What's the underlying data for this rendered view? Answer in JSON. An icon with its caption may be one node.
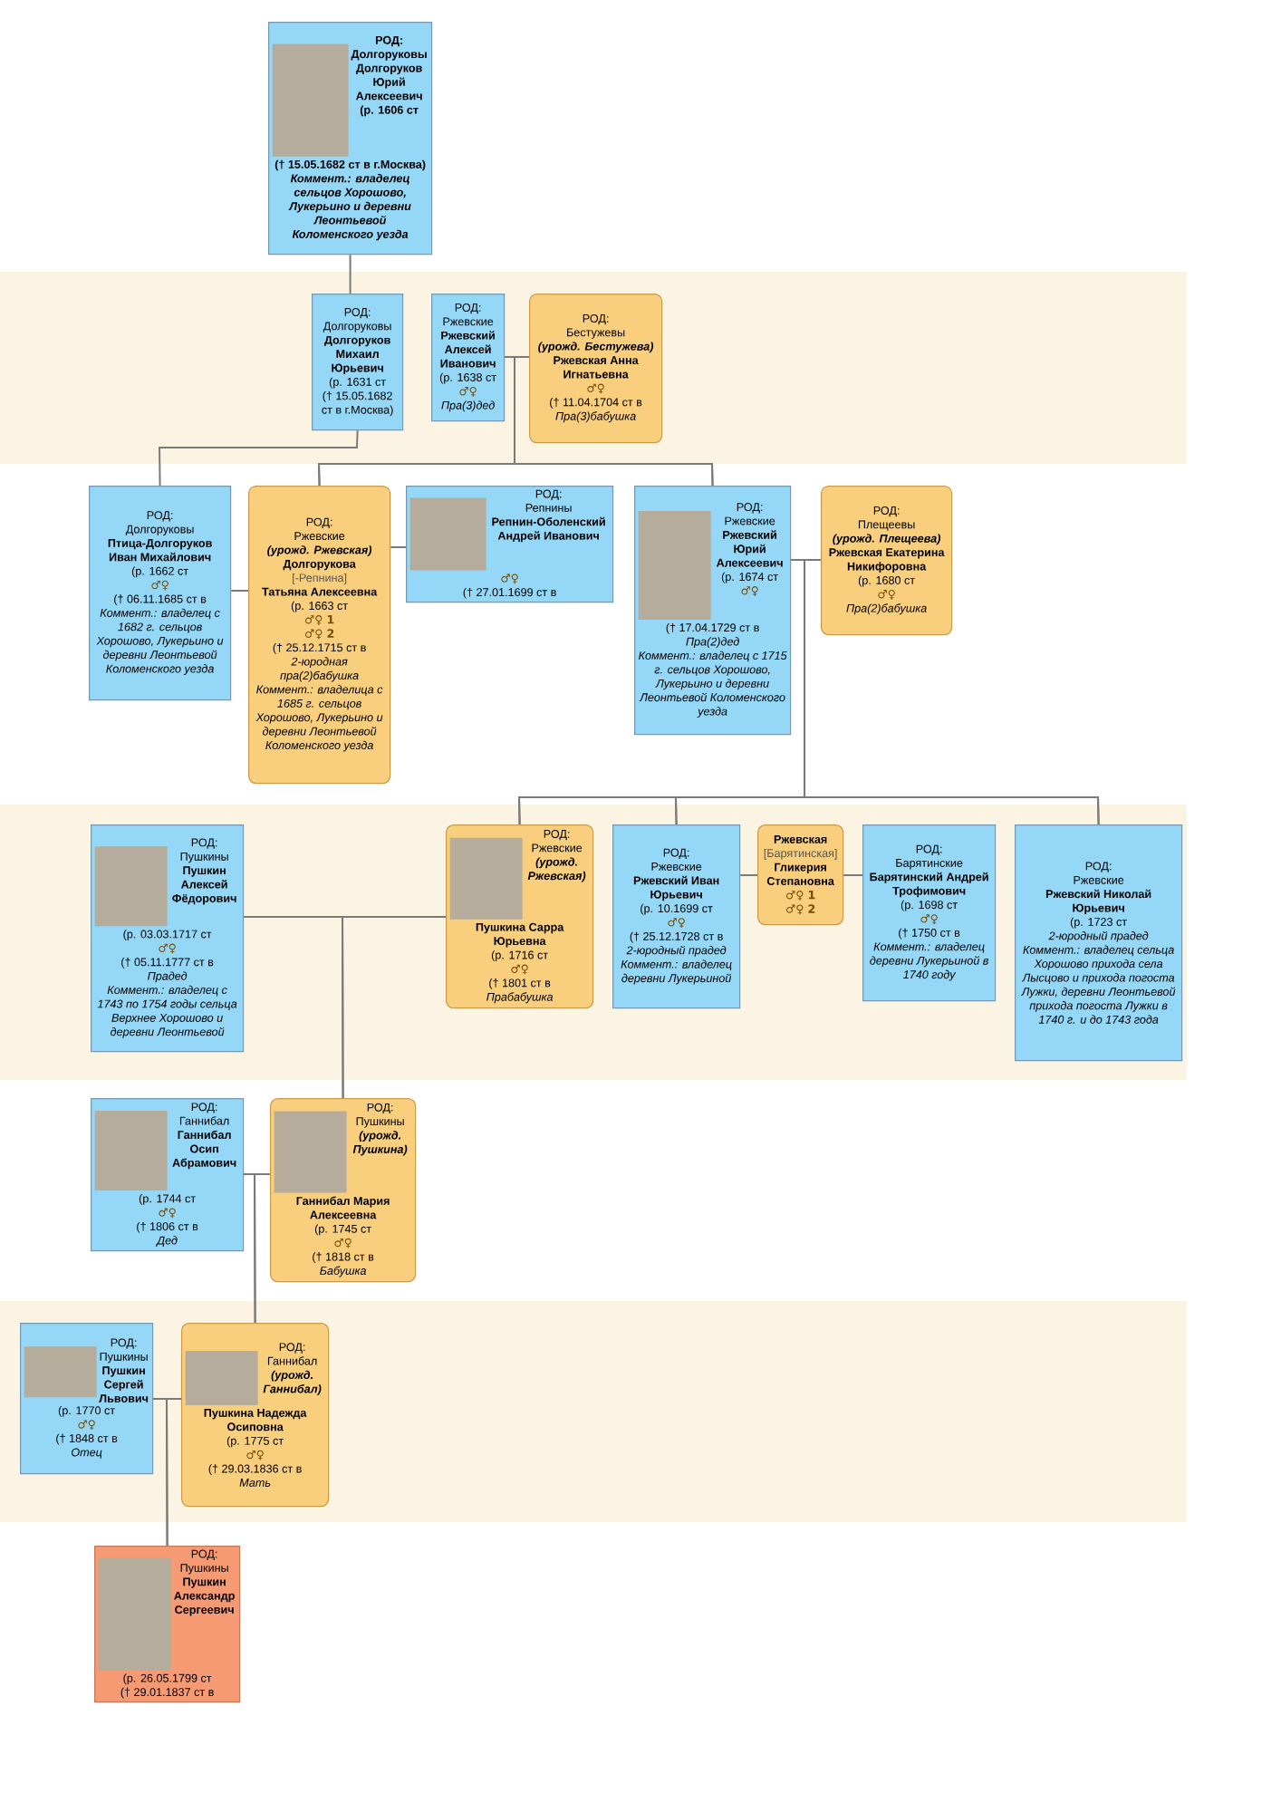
{
  "diagram": {
    "nodes": [
      {
        "text": [
          "РОД:",
          "Долгоруковы",
          "Долгоруков Юрий Алексеевич",
          "(р. 1606 ст",
          "(† 15.05.1682 ст в г.Москва)",
          "Коммент.: владелец сельцов Хорошово, Лукерьино и деревни Леонтьевой Коломенского уезда"
        ]
      },
      {
        "text": [
          "РОД:",
          "Долгоруковы",
          "Долгоруков Михаил Юрьевич",
          "(р. 1631 ст",
          "(† 15.05.1682 ст в г.Москва)"
        ]
      },
      {
        "text": [
          "РОД:",
          "Ржевские",
          "Ржевский Алексей Иванович",
          "(р. 1638 ст",
          "♂♀",
          "Пра(3)дед"
        ]
      },
      {
        "text": [
          "РОД:",
          "Бестужевы",
          "(урожд. Бестужева)",
          "Ржевская Анна Игнатьевна",
          "♂♀",
          "(† 11.04.1704 ст в",
          "Пра(3)бабушка"
        ]
      },
      {
        "text": [
          "РОД:",
          "Долгоруковы",
          "Птица-Долгоруков Иван Михайлович",
          "(р. 1662 ст",
          "♂♀",
          "(† 06.11.1685 ст в",
          "Коммент.: владелец с 1682 г. сельцов Хорошово, Лукерьино и деревни Леонтьевой Коломенского уезда"
        ]
      },
      {
        "text": [
          "РОД:",
          "Ржевские",
          "(урожд. Ржевская)",
          "Долгорукова",
          "[-Репнина]",
          "Татьяна Алексеевна",
          "(р. 1663 ст",
          "♂♀ **1**",
          "♂♀ **2**",
          "(† 25.12.1715 ст в",
          "2-юродная пра(2)бабушка",
          "Коммент.: владелица с 1685 г. сельцов Хорошово, Лукерьино и деревни Леонтьевой Коломенского уезда"
        ]
      },
      {
        "text": [
          "РОД:",
          "Репнины",
          "Репнин-Оболенский Андрей Иванович",
          "♂♀",
          "(† 27.01.1699 ст в"
        ]
      },
      {
        "text": [
          "РОД:",
          "Ржевские",
          "Ржевский Юрий Алексеевич",
          "(р. 1674 ст",
          "♂♀",
          "(† 17.04.1729 ст в",
          "Пра(2)дед",
          "Коммент.: владелец с 1715 г. сельцов Хорошово, Лукерьино и деревни Леонтьевой Коломенского уезда"
        ]
      },
      {
        "text": [
          "РОД:",
          "Плещеевы",
          "(урожд. Плещеева)",
          "Ржевская Екатерина Никифоровна",
          "(р. 1680 ст",
          "♂♀",
          "Пра(2)бабушка"
        ]
      },
      {
        "text": [
          "РОД:",
          "Пушкины",
          "Пушкин Алексей Фёдорович",
          "(р. 03.03.1717 ст",
          "♂♀",
          "(† 05.11.1777 ст в",
          "Прадед",
          "Коммент.: владелец с 1743 по 1754 годы сельца Верхнее Хорошово и деревни Леонтьевой"
        ]
      },
      {
        "text": [
          "РОД:",
          "Ржевские",
          "(урожд. Ржевская)",
          "Пушкина Сарра Юрьевна",
          "(р. 1716 ст",
          "♂♀",
          "(† 1801 ст в",
          "Прабабушка"
        ]
      },
      {
        "text": [
          "РОД:",
          "Ржевские",
          "Ржевский Иван Юрьевич",
          "(р. 10.1699 ст",
          "♂♀",
          "(† 25.12.1728 ст в",
          "2-юродный прадед",
          "Коммент.: владелец деревни Лукерьиной"
        ]
      },
      {
        "text": [
          "Ржевская",
          "[Барятинская]",
          "Гликерия Степановна",
          "♂♀ **1**",
          "♂♀ **2**"
        ]
      },
      {
        "text": [
          "РОД:",
          "Барятинские",
          "Барятинский Андрей Трофимович",
          "(р. 1698 ст",
          "♂♀",
          "(† 1750 ст в",
          "Коммент.: владелец деревни Лукерьиной в 1740 году"
        ]
      },
      {
        "text": [
          "РОД:",
          "Ржевские",
          "Ржевский Николай Юрьевич",
          "(р. 1723 ст",
          "2-юродный прадед",
          "Коммент.: владелец сельца Хорошово прихода села Лысцово и прихода погоста Лужки, деревни Леонтьевой прихода погоста Лужки в 1740 г. и до 1743 года"
        ]
      },
      {
        "text": [
          "РОД:",
          "Ганнибал",
          "Ганнибал Осип Абрамович",
          "(р. 1744 ст",
          "♂♀",
          "(† 1806 ст в",
          "Дед"
        ]
      },
      {
        "text": [
          "РОД:",
          "Пушкины",
          "(урожд. Пушкина)",
          "Ганнибал Мария Алексеевна",
          "(р. 1745 ст",
          "♂♀",
          "(† 1818 ст в",
          "Бабушка"
        ]
      },
      {
        "text": [
          "РОД:",
          "Пушкины",
          "Пушкин Сергей Львович",
          "(р. 1770 ст",
          "♂♀",
          "(† 1848 ст в",
          "Отец"
        ]
      },
      {
        "text": [
          "РОД:",
          "Ганнибал",
          "(урожд. Ганнибал)",
          "Пушкина Надежда Осиповна",
          "(р. 1775 ст",
          "♂♀",
          "(† 29.03.1836 ст в",
          "Мать"
        ]
      },
      {
        "text": [
          "РОД:",
          "Пушкины",
          "Пушкин Александр Сергеевич",
          "(р. 26.05.1799 ст",
          "(† 29.01.1837 ст в"
        ]
      }
    ],
    "edges": [
      {
        "from": 0,
        "to": 1,
        "arrow": "none"
      },
      {
        "from": 1,
        "to": 4,
        "arrow": "none"
      },
      {
        "from": 2,
        "to": 3,
        "arrow": "none"
      },
      {
        "from": 2,
        "to": 5,
        "arrow": "none"
      },
      {
        "from": 3,
        "to": 5,
        "arrow": "none"
      },
      {
        "from": 2,
        "to": 7,
        "arrow": "none"
      },
      {
        "from": 3,
        "to": 7,
        "arrow": "none"
      },
      {
        "from": 4,
        "to": 5,
        "arrow": "none"
      },
      {
        "from": 5,
        "to": 6,
        "arrow": "none"
      },
      {
        "from": 7,
        "to": 8,
        "arrow": "none"
      },
      {
        "from": 7,
        "to": 10,
        "arrow": "none"
      },
      {
        "from": 8,
        "to": 10,
        "arrow": "none"
      },
      {
        "from": 7,
        "to": 11,
        "arrow": "none"
      },
      {
        "from": 8,
        "to": 11,
        "arrow": "none"
      },
      {
        "from": 7,
        "to": 14,
        "arrow": "none"
      },
      {
        "from": 8,
        "to": 14,
        "arrow": "none"
      },
      {
        "from": 9,
        "to": 10,
        "arrow": "none"
      },
      {
        "from": 9,
        "to": 16,
        "arrow": "none"
      },
      {
        "from": 10,
        "to": 16,
        "arrow": "none"
      },
      {
        "from": 11,
        "to": 12,
        "arrow": "none"
      },
      {
        "from": 12,
        "to": 13,
        "arrow": "none"
      },
      {
        "from": 15,
        "to": 16,
        "arrow": "none"
      },
      {
        "from": 15,
        "to": 18,
        "arrow": "none"
      },
      {
        "from": 16,
        "to": 18,
        "arrow": "none"
      },
      {
        "from": 17,
        "to": 18,
        "arrow": "none"
      },
      {
        "from": 17,
        "to": 19,
        "arrow": "none"
      },
      {
        "from": 18,
        "to": 19,
        "arrow": "none"
      }
    ]
  }
}
